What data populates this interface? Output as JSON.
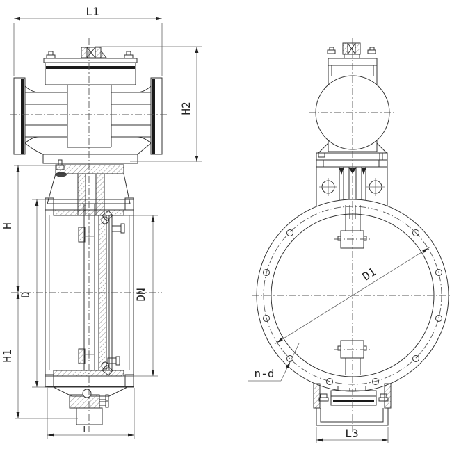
{
  "drawing": {
    "labels": {
      "l1": "L1",
      "h2": "H2",
      "h": "H",
      "d": "D",
      "dn": "DN",
      "h1": "H1",
      "l": "L",
      "d1": "D1",
      "nd": "n-d",
      "l3": "L3"
    },
    "colors": {
      "line": "#333333",
      "heavy": "#1a1a1a",
      "centerline": "#555555",
      "text": "#222222",
      "background": "#ffffff"
    }
  }
}
